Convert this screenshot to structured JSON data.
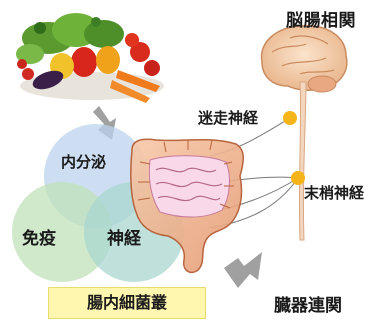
{
  "title": "脳腸相関",
  "nerves": {
    "vagus": "迷走神経",
    "peripheral": "末梢神経"
  },
  "venn": {
    "endocrine": "内分泌",
    "immune": "免疫",
    "nervous": "神経"
  },
  "gut_flora": "腸内細菌叢",
  "organ_link": "臓器連関",
  "colors": {
    "endocrine_circle": "#bcd3ee",
    "immune_circle": "#bfe2b8",
    "nervous_circle": "#a9d6cf",
    "flora_box": "#fff7b0",
    "nerve_node": "#f5b41a",
    "arrow": "#9a9a9a",
    "intestine": "#f2b995",
    "brain": "#f0c9a2"
  }
}
